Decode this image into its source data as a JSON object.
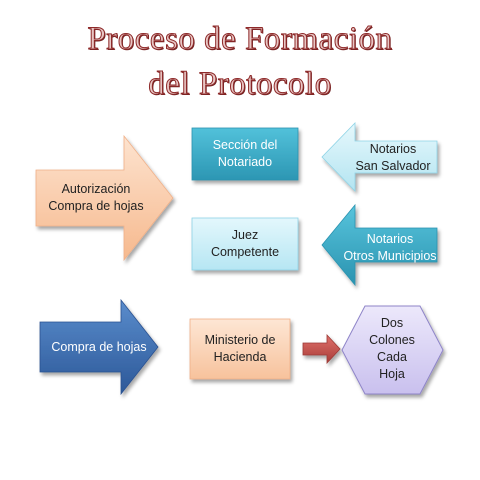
{
  "title": {
    "line1": "Proceso de Formación",
    "line2": "del Protocolo"
  },
  "nodes": {
    "autorizacion": {
      "line1": "Autorización",
      "line2": "Compra de hojas"
    },
    "compra_hojas": {
      "label": "Compra de hojas"
    },
    "seccion_notariado": {
      "line1": "Sección del",
      "line2": "Notariado"
    },
    "juez_competente": {
      "line1": "Juez",
      "line2": "Competente"
    },
    "ministerio_hacienda": {
      "line1": "Ministerio de",
      "line2": "Hacienda"
    },
    "notarios_ss": {
      "line1": "Notarios",
      "line2": "San Salvador"
    },
    "notarios_om": {
      "line1": "Notarios",
      "line2": "Otros Municipios"
    },
    "dos_colones": {
      "line1": "Dos",
      "line2": "Colones",
      "line3": "Cada",
      "line4": "Hoja"
    }
  },
  "colors": {
    "title_text": "#8e2a2a",
    "peach": "#fbd7bb",
    "peach_deep": "#f6b98e",
    "teal": "#3fb0cc",
    "teal_light": "#c9eef7",
    "blue": "#3f6fb2",
    "lavender": "#dcd6f4",
    "red_arrow": "#c0504d"
  }
}
